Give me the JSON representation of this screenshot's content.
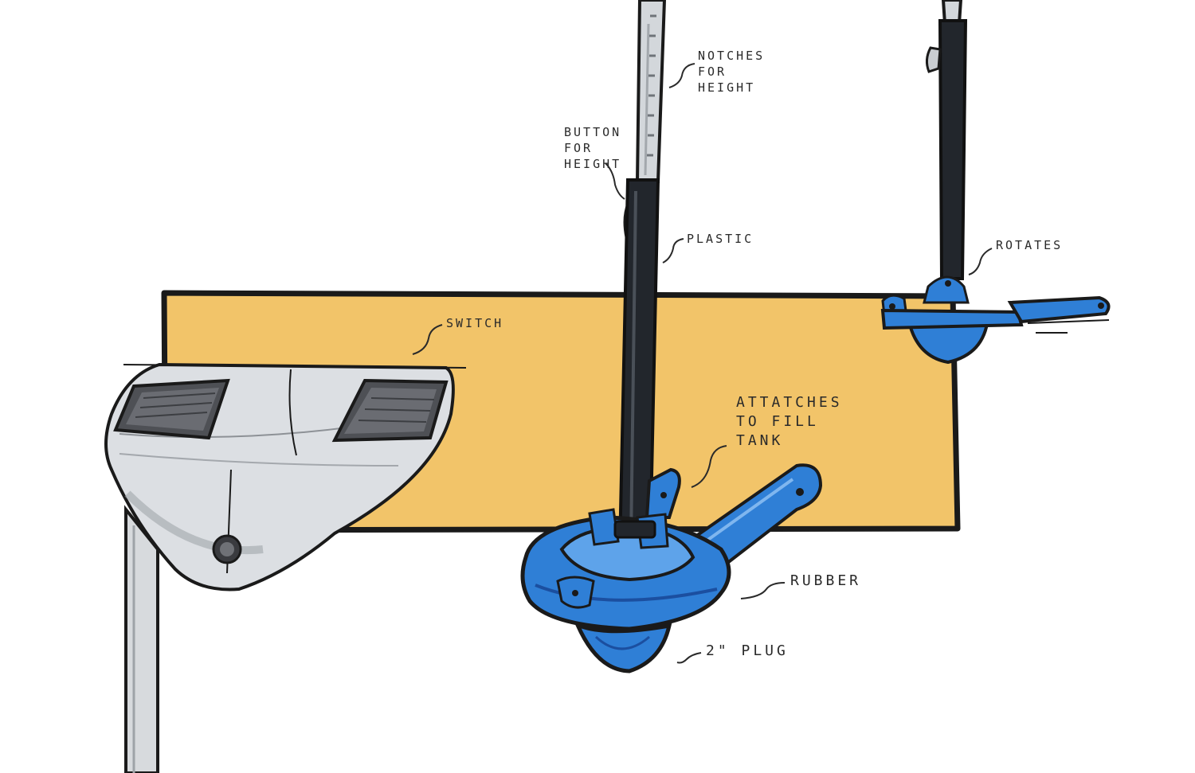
{
  "colors": {
    "panel_fill": "#f2c469",
    "panel_stroke": "#1a1a1a",
    "pole": "#cfd3d8",
    "tube": "#1f2329",
    "float_blue": "#2f7fd6",
    "float_dark": "#1b4fa0",
    "switch_body": "#dadde1",
    "solar": "#55575c",
    "ink": "#1e1e1e"
  },
  "icons": {
    "switch": "switch-housing-icon",
    "solar_panel": "solar-panel-icon",
    "plug": "plug-icon",
    "float_arm": "float-arm-icon"
  },
  "labels": {
    "notches": [
      "NOTCHES",
      "FOR",
      "HEIGHT"
    ],
    "button": [
      "BUTTON",
      "FOR",
      "HEIGHT"
    ],
    "plastic": "PLASTIC",
    "rotates": "ROTATES",
    "switch": "SWITCH",
    "attaches": [
      "ATTATCHES",
      "TO FILL",
      "TANK"
    ],
    "rubber": "RUBBER",
    "plug": "2\" PLUG"
  }
}
